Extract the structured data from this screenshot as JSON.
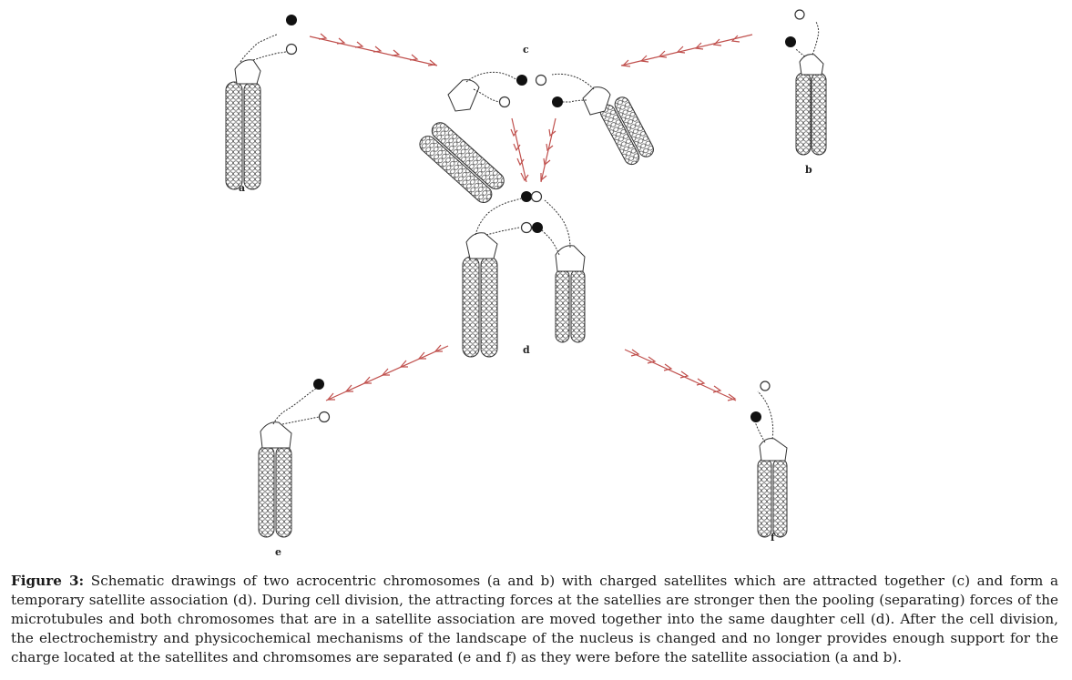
{
  "figure": {
    "labels": {
      "a": "a",
      "b": "b",
      "c": "c",
      "d": "d",
      "e": "e",
      "f": "f"
    },
    "caption_label": "Figure 3:",
    "caption_text": "Schematic drawings of two acrocentric chromosomes (a and b) with charged satellites which are attracted together (c) and form a temporary satellite association (d). During cell division, the attracting forces at the satellies are stronger then the pooling (separating) forces of the microtubules and both chromosomes that are in a satellite association are moved together into the same daughter cell (d). After the cell division, the electrochemistry and physicochemical mechanisms of the landscape of the nucleus is changed and no longer provides enough support for the charge located at the satellites and chromsomes are separated (e and f) as they were before the satellite association (a and b).",
    "arrow_color": "#c0504d",
    "line_color": "#333333"
  }
}
